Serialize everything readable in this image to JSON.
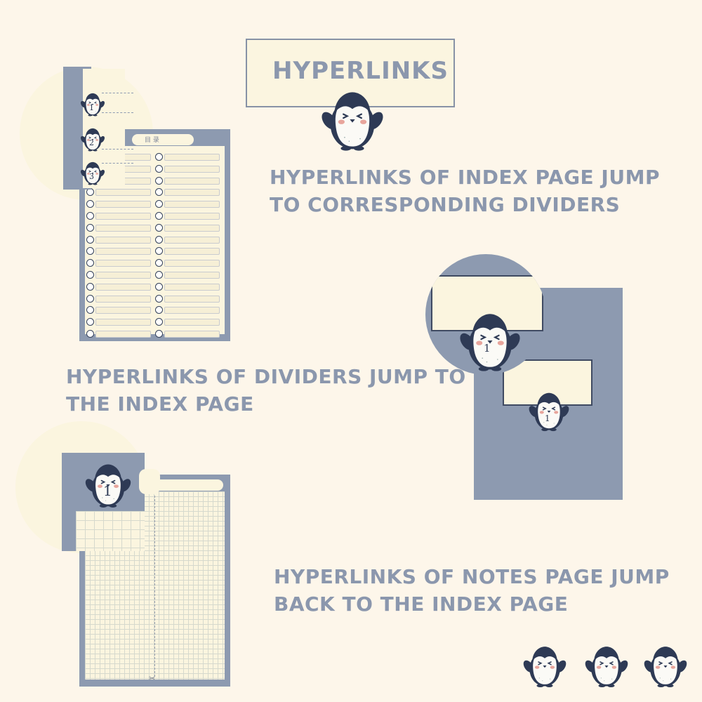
{
  "title": "HYPERLINKS",
  "sections": [
    {
      "heading_line1": "HYPERLINKS OF INDEX PAGE JUMP",
      "heading_line2": "TO CORRESPONDING DIVIDERS"
    },
    {
      "heading_line1": "HYPERLINKS OF DIVIDERS JUMP TO",
      "heading_line2": "THE INDEX PAGE"
    },
    {
      "heading_line1": "HYPERLINKS OF NOTES PAGE JUMP",
      "heading_line2": "BACK TO THE INDEX PAGE"
    }
  ],
  "index_page": {
    "header_label": "目 录",
    "tab_numbers": [
      "1",
      "2",
      "3"
    ]
  },
  "divider_number": "1",
  "notes_number": "1",
  "colors": {
    "background": "#fdf6ea",
    "slate": "#8d9ab0",
    "cream": "#fbf5df",
    "heading_text": "#8b97ad",
    "penguin_dark": "#2e3a55"
  },
  "icons": [
    "penguin-icon",
    "scissors-icon"
  ]
}
